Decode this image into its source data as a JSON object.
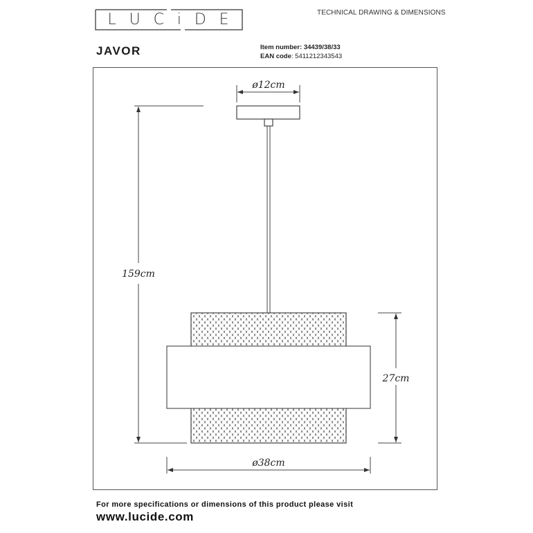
{
  "header": {
    "logo_letters": [
      "L",
      "U",
      "C",
      "i",
      "D",
      "E"
    ],
    "brand": "LUCIDE",
    "doc_type": "TECHNICAL DRAWING & DIMENSIONS",
    "product_name": "JAVOR",
    "item_number_label": "Item number:",
    "item_number": "34439/38/33",
    "ean_label": "EAN code",
    "ean_value": "5411212343543"
  },
  "drawing": {
    "canopy_diameter": "ø12cm",
    "total_height": "159cm",
    "shade_height": "27cm",
    "shade_diameter": "ø38cm",
    "line_color": "#444444"
  },
  "footer": {
    "note": "For more specifications or dimensions of this product please visit",
    "url": "www.lucide.com"
  }
}
